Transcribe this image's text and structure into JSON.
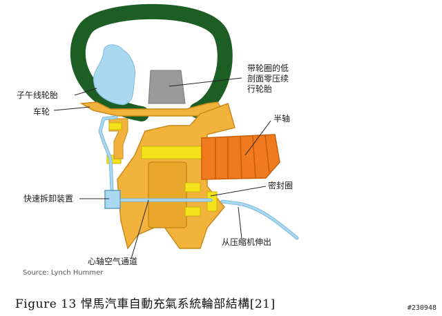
{
  "labels": {
    "tire_radial": "子午线轮胎",
    "wheel": "车轮",
    "runflat_tire": "带轮圈的低剖面零压续行轮胎",
    "half_shaft": "半轴",
    "quick_coupling": "快速拆卸装置",
    "seal": "密封圈",
    "compressor_out": "从压缩机伸出",
    "axle_air_passage": "心轴空气通道"
  },
  "source": "Source: Lynch Hummer",
  "caption": "Figure 13 悍馬汽車自動充氣系統輪部結構[21]",
  "doc_id": "#230948",
  "colors": {
    "tire": "#1d5e24",
    "tube": "#a9d8f0",
    "hub": "#f2b33d",
    "hub_dark": "#c98a1a",
    "boot": "#f07a1e",
    "insert": "#9a9a9a",
    "yellow": "#f4e21a"
  }
}
